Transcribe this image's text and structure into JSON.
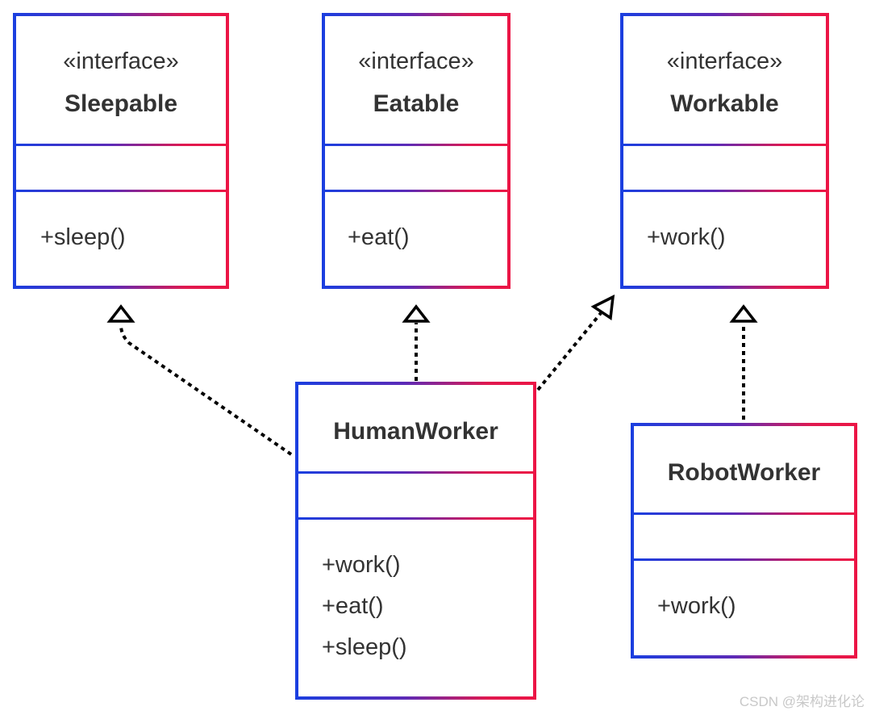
{
  "diagram": {
    "type": "uml-class-diagram",
    "interfaces": [
      {
        "stereotype": "«interface»",
        "name": "Sleepable",
        "methods": [
          "+sleep()"
        ]
      },
      {
        "stereotype": "«interface»",
        "name": "Eatable",
        "methods": [
          "+eat()"
        ]
      },
      {
        "stereotype": "«interface»",
        "name": "Workable",
        "methods": [
          "+work()"
        ]
      }
    ],
    "classes": [
      {
        "name": "HumanWorker",
        "methods": [
          "+work()",
          "+eat()",
          "+sleep()"
        ]
      },
      {
        "name": "RobotWorker",
        "methods": [
          "+work()"
        ]
      }
    ],
    "relations": [
      {
        "from": "HumanWorker",
        "to": "Sleepable",
        "kind": "realization"
      },
      {
        "from": "HumanWorker",
        "to": "Eatable",
        "kind": "realization"
      },
      {
        "from": "HumanWorker",
        "to": "Workable",
        "kind": "realization"
      },
      {
        "from": "RobotWorker",
        "to": "Workable",
        "kind": "realization"
      }
    ],
    "colors": {
      "border_start": "#1a3fe0",
      "border_end": "#ec1545",
      "text": "#333333",
      "arrow": "#000000"
    }
  },
  "watermark": "CSDN @架构进化论"
}
